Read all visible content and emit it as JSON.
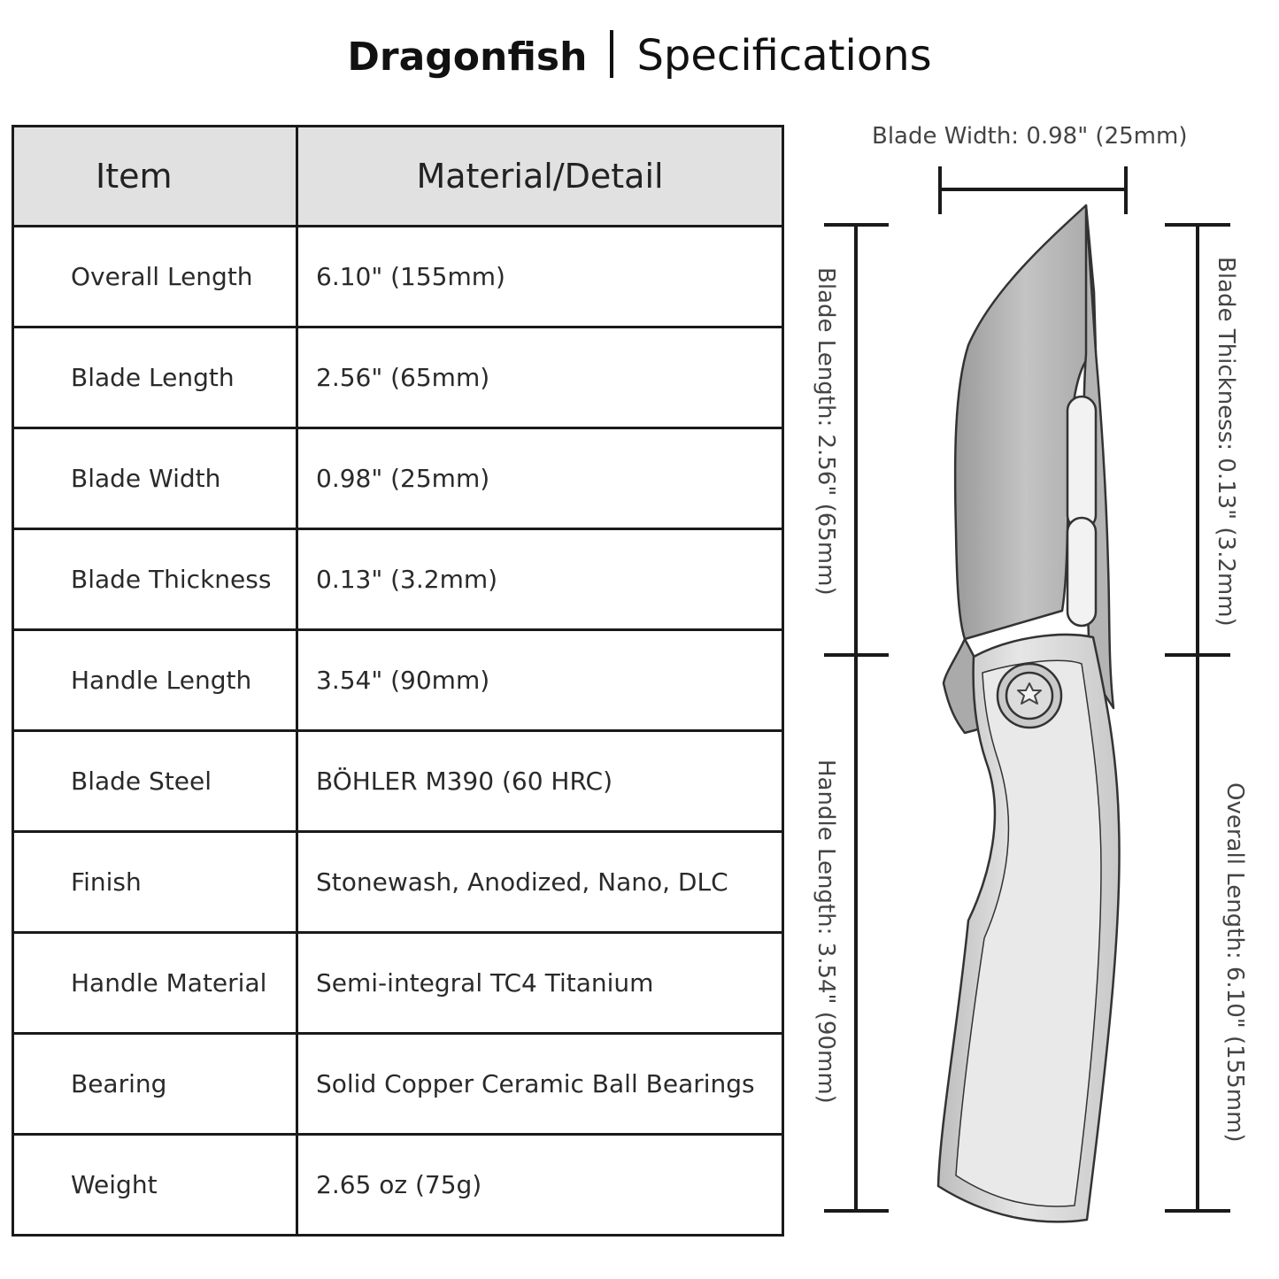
{
  "title": {
    "brand": "Dragonfish",
    "subtitle": "Specifications"
  },
  "table": {
    "headers": [
      "Item",
      "Material/Detail"
    ],
    "rows": [
      {
        "item": "Overall Length",
        "detail": "6.10\" (155mm)"
      },
      {
        "item": "Blade Length",
        "detail": "2.56\" (65mm)"
      },
      {
        "item": "Blade Width",
        "detail": "0.98\" (25mm)"
      },
      {
        "item": "Blade Thickness",
        "detail": "0.13\" (3.2mm)"
      },
      {
        "item": "Handle Length",
        "detail": "3.54\" (90mm)"
      },
      {
        "item": "Blade Steel",
        "detail": "BÖHLER M390 (60 HRC)"
      },
      {
        "item": "Finish",
        "detail": "Stonewash, Anodized, Nano, DLC"
      },
      {
        "item": "Handle Material",
        "detail": "Semi-integral TC4 Titanium"
      },
      {
        "item": "Bearing",
        "detail": "Solid Copper Ceramic Ball Bearings"
      },
      {
        "item": "Weight",
        "detail": "2.65 oz (75g)"
      }
    ]
  },
  "diagram": {
    "blade_width": "Blade Width: 0.98\" (25mm)",
    "blade_length": "Blade Length: 2.56\" (65mm)",
    "handle_length": "Handle Length: 3.54\" (90mm)",
    "blade_thickness": "Blade Thickness: 0.13\" (3.2mm)",
    "overall_length": "Overall Length: 6.10\" (155mm)"
  }
}
